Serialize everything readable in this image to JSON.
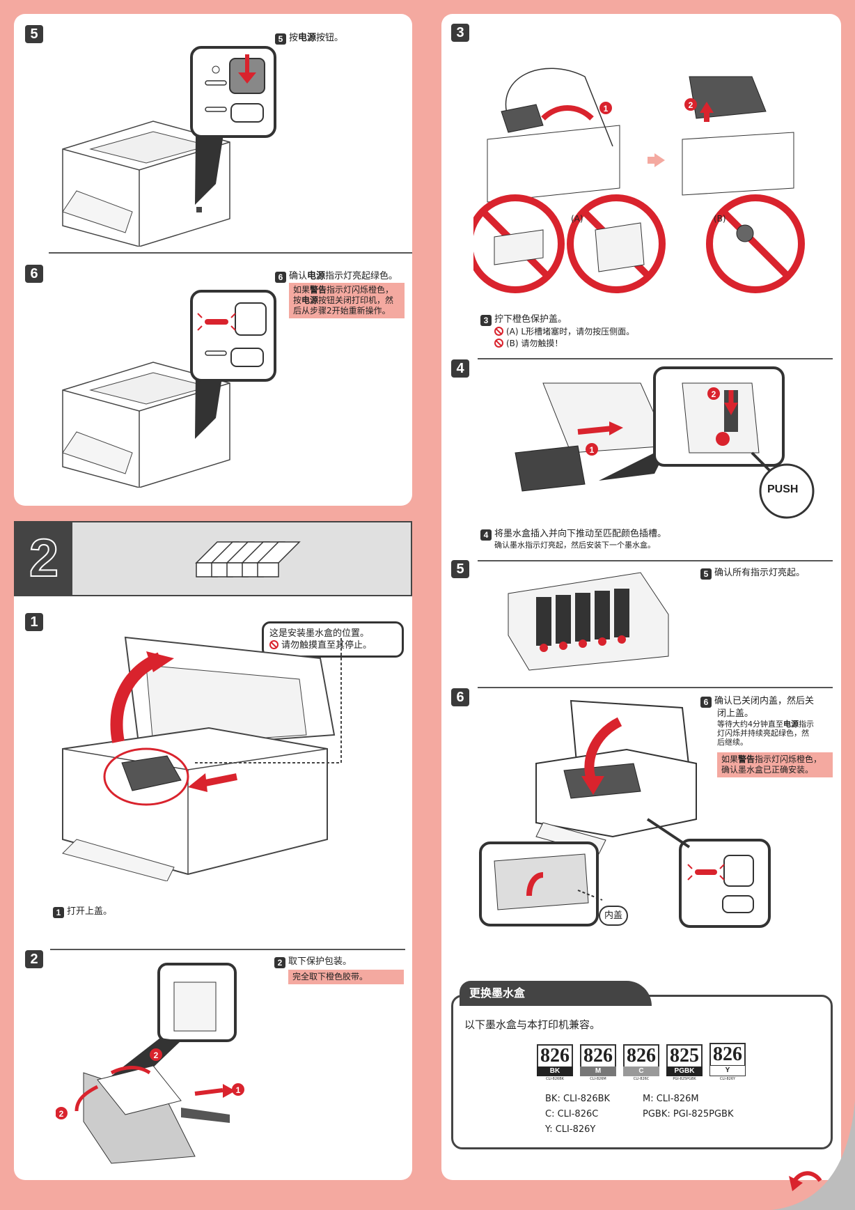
{
  "left_panel": {
    "step5": {
      "num": "5",
      "badge": "5",
      "text_pre": "按",
      "text_bold": "电源",
      "text_post": "按钮。"
    },
    "step6": {
      "num": "6",
      "badge": "6",
      "text_pre": "确认",
      "text_bold": "电源",
      "text_post": "指示灯亮起绿色。",
      "note_l1_pre": "如果",
      "note_l1_bold": "警告",
      "note_l1_post": "指示灯闪烁橙色，",
      "note_l2_pre": "按",
      "note_l2_bold": "电源",
      "note_l2_post": "按钮关闭打印机，然",
      "note_l3": "后从步骤2开始重新操作。"
    }
  },
  "section2": {
    "number": "2",
    "step1": {
      "num": "1",
      "badge": "1",
      "text": "打开上盖。",
      "callout_l1": "这是安装墨水盒的位置。",
      "callout_l2": "请勿触摸直至其停止。"
    },
    "step2": {
      "num": "2",
      "badge": "2",
      "text": "取下保护包装。",
      "note": "完全取下橙色胶带。"
    }
  },
  "right_panel": {
    "step3": {
      "num": "3",
      "badge": "3",
      "text": "拧下橙色保护盖。",
      "a": "(A) L形槽堵塞时，请勿按压侧面。",
      "b": "(B) 请勿触摸！",
      "label_a": "(A)",
      "label_b": "(B)"
    },
    "step4": {
      "num": "4",
      "badge": "4",
      "text": "将墨水盒插入并向下推动至匹配颜色插槽。",
      "sub": "确认墨水指示灯亮起，然后安装下一个墨水盒。",
      "push": "PUSH"
    },
    "step5": {
      "num": "5",
      "badge": "5",
      "text": "确认所有指示灯亮起。"
    },
    "step6": {
      "num": "6",
      "badge": "6",
      "text_l1": "确认已关闭内盖，然后关",
      "text_l2": "闭上盖。",
      "sub_l1_pre": "等待大约4分钟直至",
      "sub_l1_bold": "电源",
      "sub_l1_post": "指示",
      "sub_l2": "灯闪烁并持续亮起绿色，然",
      "sub_l3": "后继续。",
      "note_l1_pre": "如果",
      "note_l1_bold": "警告",
      "note_l1_post": "指示灯闪烁橙色，",
      "note_l2": "确认墨水盒已正确安装。",
      "inner_cover": "内盖"
    }
  },
  "replace": {
    "tab": "更换墨水盒",
    "intro": "以下墨水盒与本打印机兼容。",
    "inks": [
      {
        "num": "826",
        "col": "BK",
        "sub": "CLI-826BK"
      },
      {
        "num": "826",
        "col": "M",
        "sub": "CLI-826M"
      },
      {
        "num": "826",
        "col": "C",
        "sub": "CLI-826C"
      },
      {
        "num": "825",
        "col": "PGBK",
        "sub": "PGI-825PGBK"
      },
      {
        "num": "826",
        "col": "Y",
        "sub": "CLI-826Y"
      }
    ],
    "list": {
      "bk": "BK: CLI-826BK",
      "m": "M: CLI-826M",
      "c": "C: CLI-826C",
      "pgbk": "PGBK: PGI-825PGBK",
      "y": "Y: CLI-826Y"
    }
  }
}
